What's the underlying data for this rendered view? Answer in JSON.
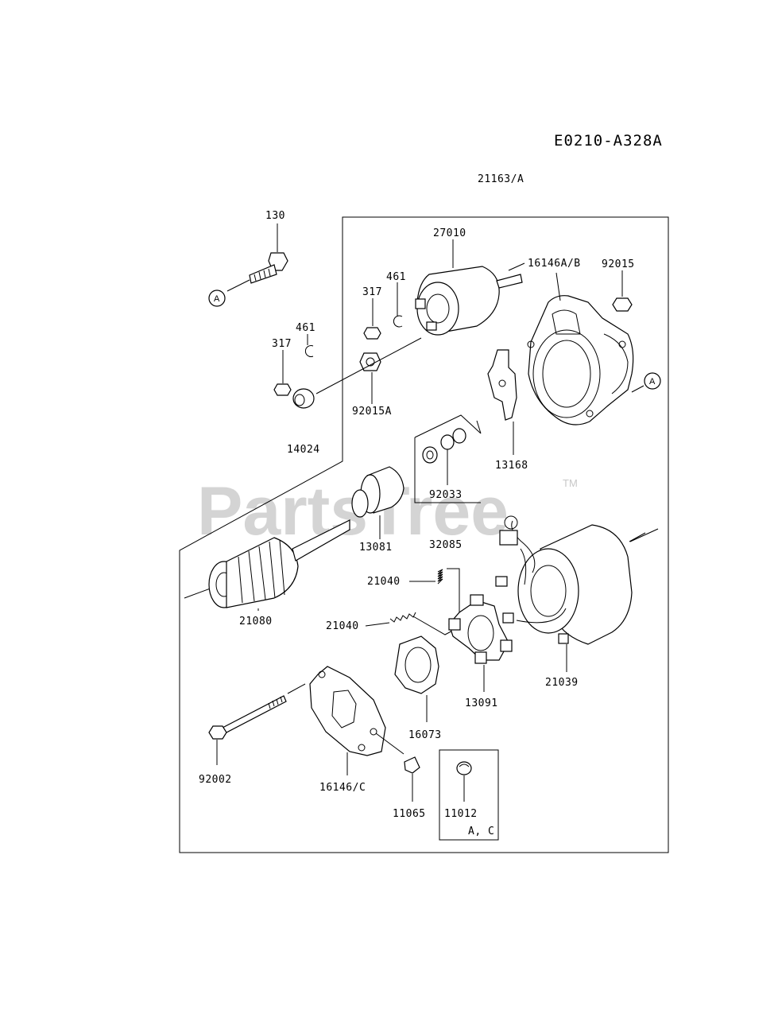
{
  "header": {
    "code": "E0210-A328A",
    "assembly": "21163/A"
  },
  "watermark": {
    "text": "PartsTree",
    "tm": "TM"
  },
  "refs": {
    "a": "A"
  },
  "labels": {
    "p130": "130",
    "p27010": "27010",
    "p16146ab": "16146A/B",
    "p92015": "92015",
    "p461a": "461",
    "p317a": "317",
    "p461b": "461",
    "p317b": "317",
    "p92015a": "92015A",
    "p14024": "14024",
    "p13168": "13168",
    "p92033": "92033",
    "p13081": "13081",
    "p32085": "32085",
    "p21040a": "21040",
    "p21080": "21080",
    "p21040b": "21040",
    "p21039": "21039",
    "p13091": "13091",
    "p16073": "16073",
    "p92002": "92002",
    "p16146c": "16146/C",
    "p11065": "11065",
    "p11012": "11012",
    "note_ac": "A, C"
  }
}
